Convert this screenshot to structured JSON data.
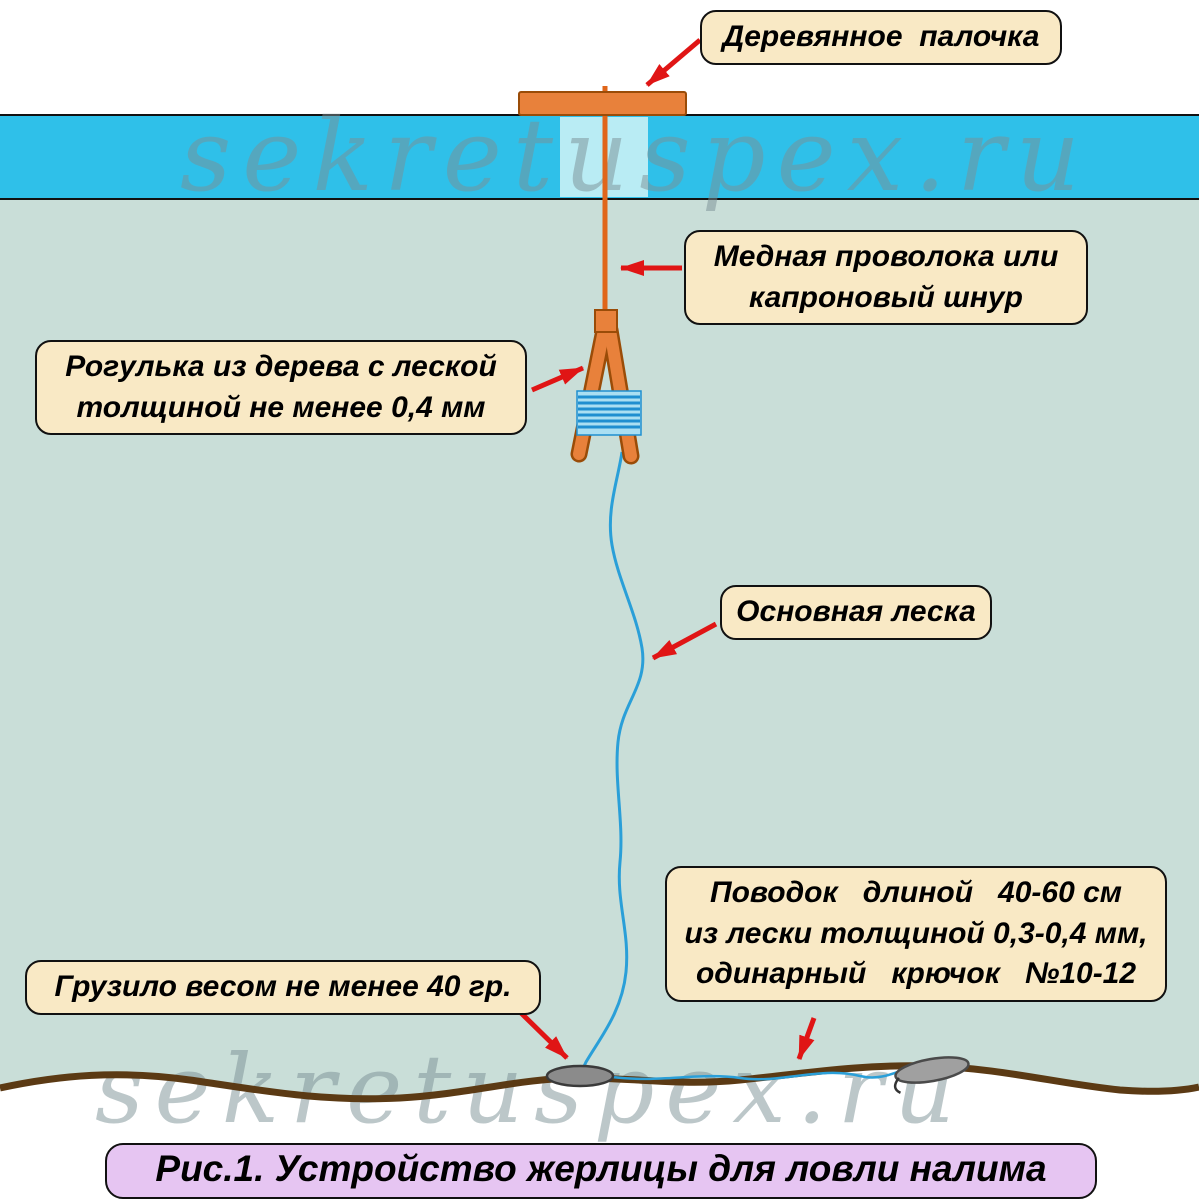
{
  "watermark": {
    "text": "sekretuspex.ru"
  },
  "caption": {
    "text": "Рис.1. Устройство жерлицы для ловли налима"
  },
  "callouts": {
    "stick": {
      "lines": [
        "Деревянное  палочка"
      ]
    },
    "wire": {
      "lines": [
        "Медная проволока или",
        "капроновый шнур"
      ]
    },
    "fork": {
      "lines": [
        "Рогулька из дерева с леской",
        "толщиной не менее 0,4 мм"
      ]
    },
    "mainline": {
      "lines": [
        "Основная леска"
      ]
    },
    "leader": {
      "lines": [
        "Поводок   длиной   40-60 см",
        "из лески толщиной 0,3-0,4 мм,",
        "одинарный   крючок   №10-12"
      ]
    },
    "sinker": {
      "lines": [
        "Грузило весом не менее 40 гр."
      ]
    }
  },
  "colors": {
    "ice": "#2fc0e9",
    "ice_hole": "#b9ecf4",
    "water": "#c9ded8",
    "callout_bg": "#f9e9c5",
    "caption_bg": "#e6c5f2",
    "arrow_red": "#e01515",
    "wood_orange": "#e8813b",
    "fishing_line_blue": "#2a9fd8",
    "river_bottom_brown": "#5b3a14",
    "sinker_gray": "#8b8b8b"
  }
}
